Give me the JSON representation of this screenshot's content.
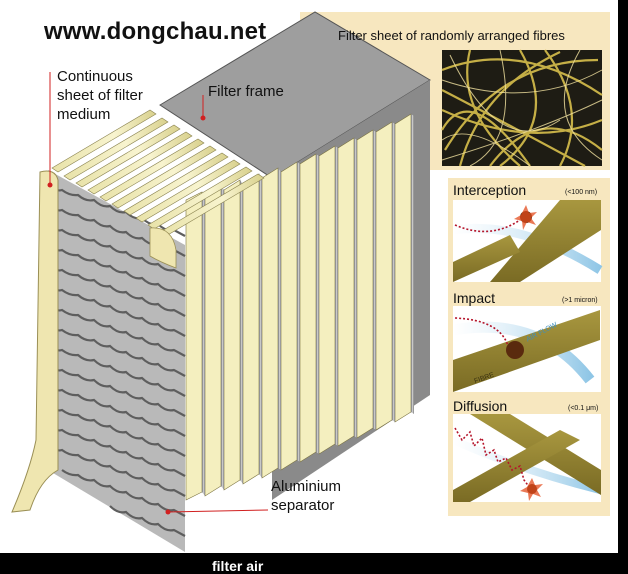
{
  "watermark": "www.dongchau.net",
  "labels": {
    "continuous": [
      "Continuous",
      "sheet of filter",
      "medium"
    ],
    "filter_frame": "Filter frame",
    "aluminium": [
      "Aluminium",
      "separator"
    ],
    "fibre_sheet": "Filter sheet of randomly arranged fibres"
  },
  "mechanisms": [
    {
      "name": "Interception",
      "range": "(<100 nm)"
    },
    {
      "name": "Impact",
      "range": "(>1 micron)"
    },
    {
      "name": "Diffusion",
      "range": "(<0.1 μm)"
    }
  ],
  "inline": {
    "air_flow": "AIR FLOW",
    "fibre": "FIBRE"
  },
  "bottom_text": "filter air",
  "colors": {
    "panel_bg": "#f7e7bf",
    "fibre": "#8b7a2b",
    "frame_grey": "#9a9a9a",
    "leader_red": "#d12020",
    "medium_cream": "#f4efbf"
  }
}
